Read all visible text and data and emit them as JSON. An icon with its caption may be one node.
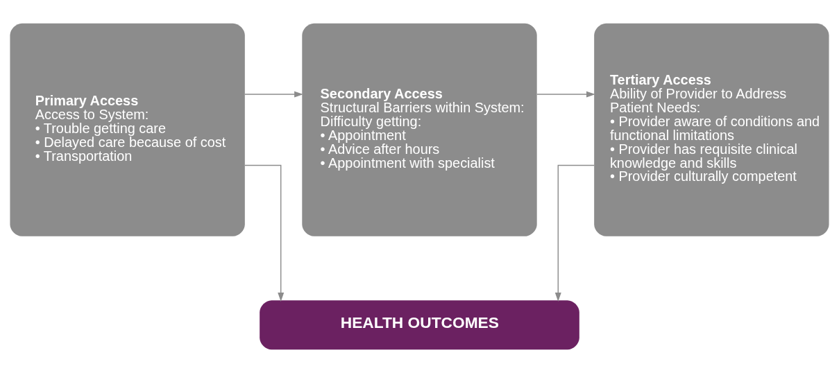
{
  "diagram": {
    "nodes": [
      {
        "text": [
          "Primary Access",
          "Access to System:",
          "• Trouble getting care",
          "• Delayed care because of cost",
          "• Transportation"
        ]
      },
      {
        "text": [
          "Secondary Access",
          "Structural Barriers within System:",
          "Difficulty getting:",
          "• Appointment",
          "• Advice after hours",
          "• Appointment with specialist"
        ]
      },
      {
        "text": [
          "Tertiary Access",
          "Ability of Provider to Address Patient Needs:",
          "• Provider aware of conditions and functional limitations",
          "• Provider has requisite clinical knowledge and skills",
          "• Provider culturally competent"
        ]
      },
      {
        "text": [
          "HEALTH OUTCOMES"
        ]
      }
    ],
    "edges": [
      {
        "from": 0,
        "to": 1,
        "arrow": "to"
      },
      {
        "from": 1,
        "to": 2,
        "arrow": "to"
      },
      {
        "from": 0,
        "to": 3,
        "arrow": "to"
      },
      {
        "from": 2,
        "to": 3,
        "arrow": "to"
      }
    ]
  }
}
